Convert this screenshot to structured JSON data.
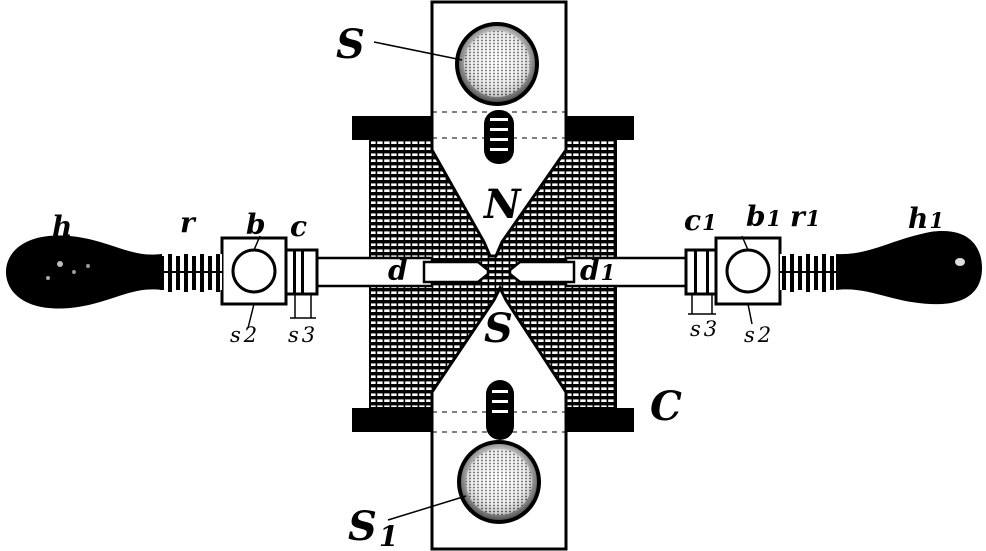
{
  "colors": {
    "ink": "#000000",
    "paper": "#ffffff"
  },
  "labels": {
    "S_top": "S",
    "S_mid": "S",
    "S1": "S",
    "S1_sub": "1",
    "N": "N",
    "C": "C",
    "h": "h",
    "h1": "h",
    "h1_sub": "1",
    "r": "r",
    "r1": "r",
    "r1_sub": "1",
    "b": "b",
    "b1": "b",
    "b1_sub": "1",
    "c": "c",
    "c1": "c",
    "c1_sub": "1",
    "d": "d",
    "d1": "d",
    "d1_sub": "1",
    "s2_left": "s",
    "s2_left_sub": "2",
    "s3_left": "s",
    "s3_left_sub": "3",
    "s3_right": "s",
    "s3_right_sub": "3",
    "s2_right": "s",
    "s2_right_sub": "2"
  }
}
